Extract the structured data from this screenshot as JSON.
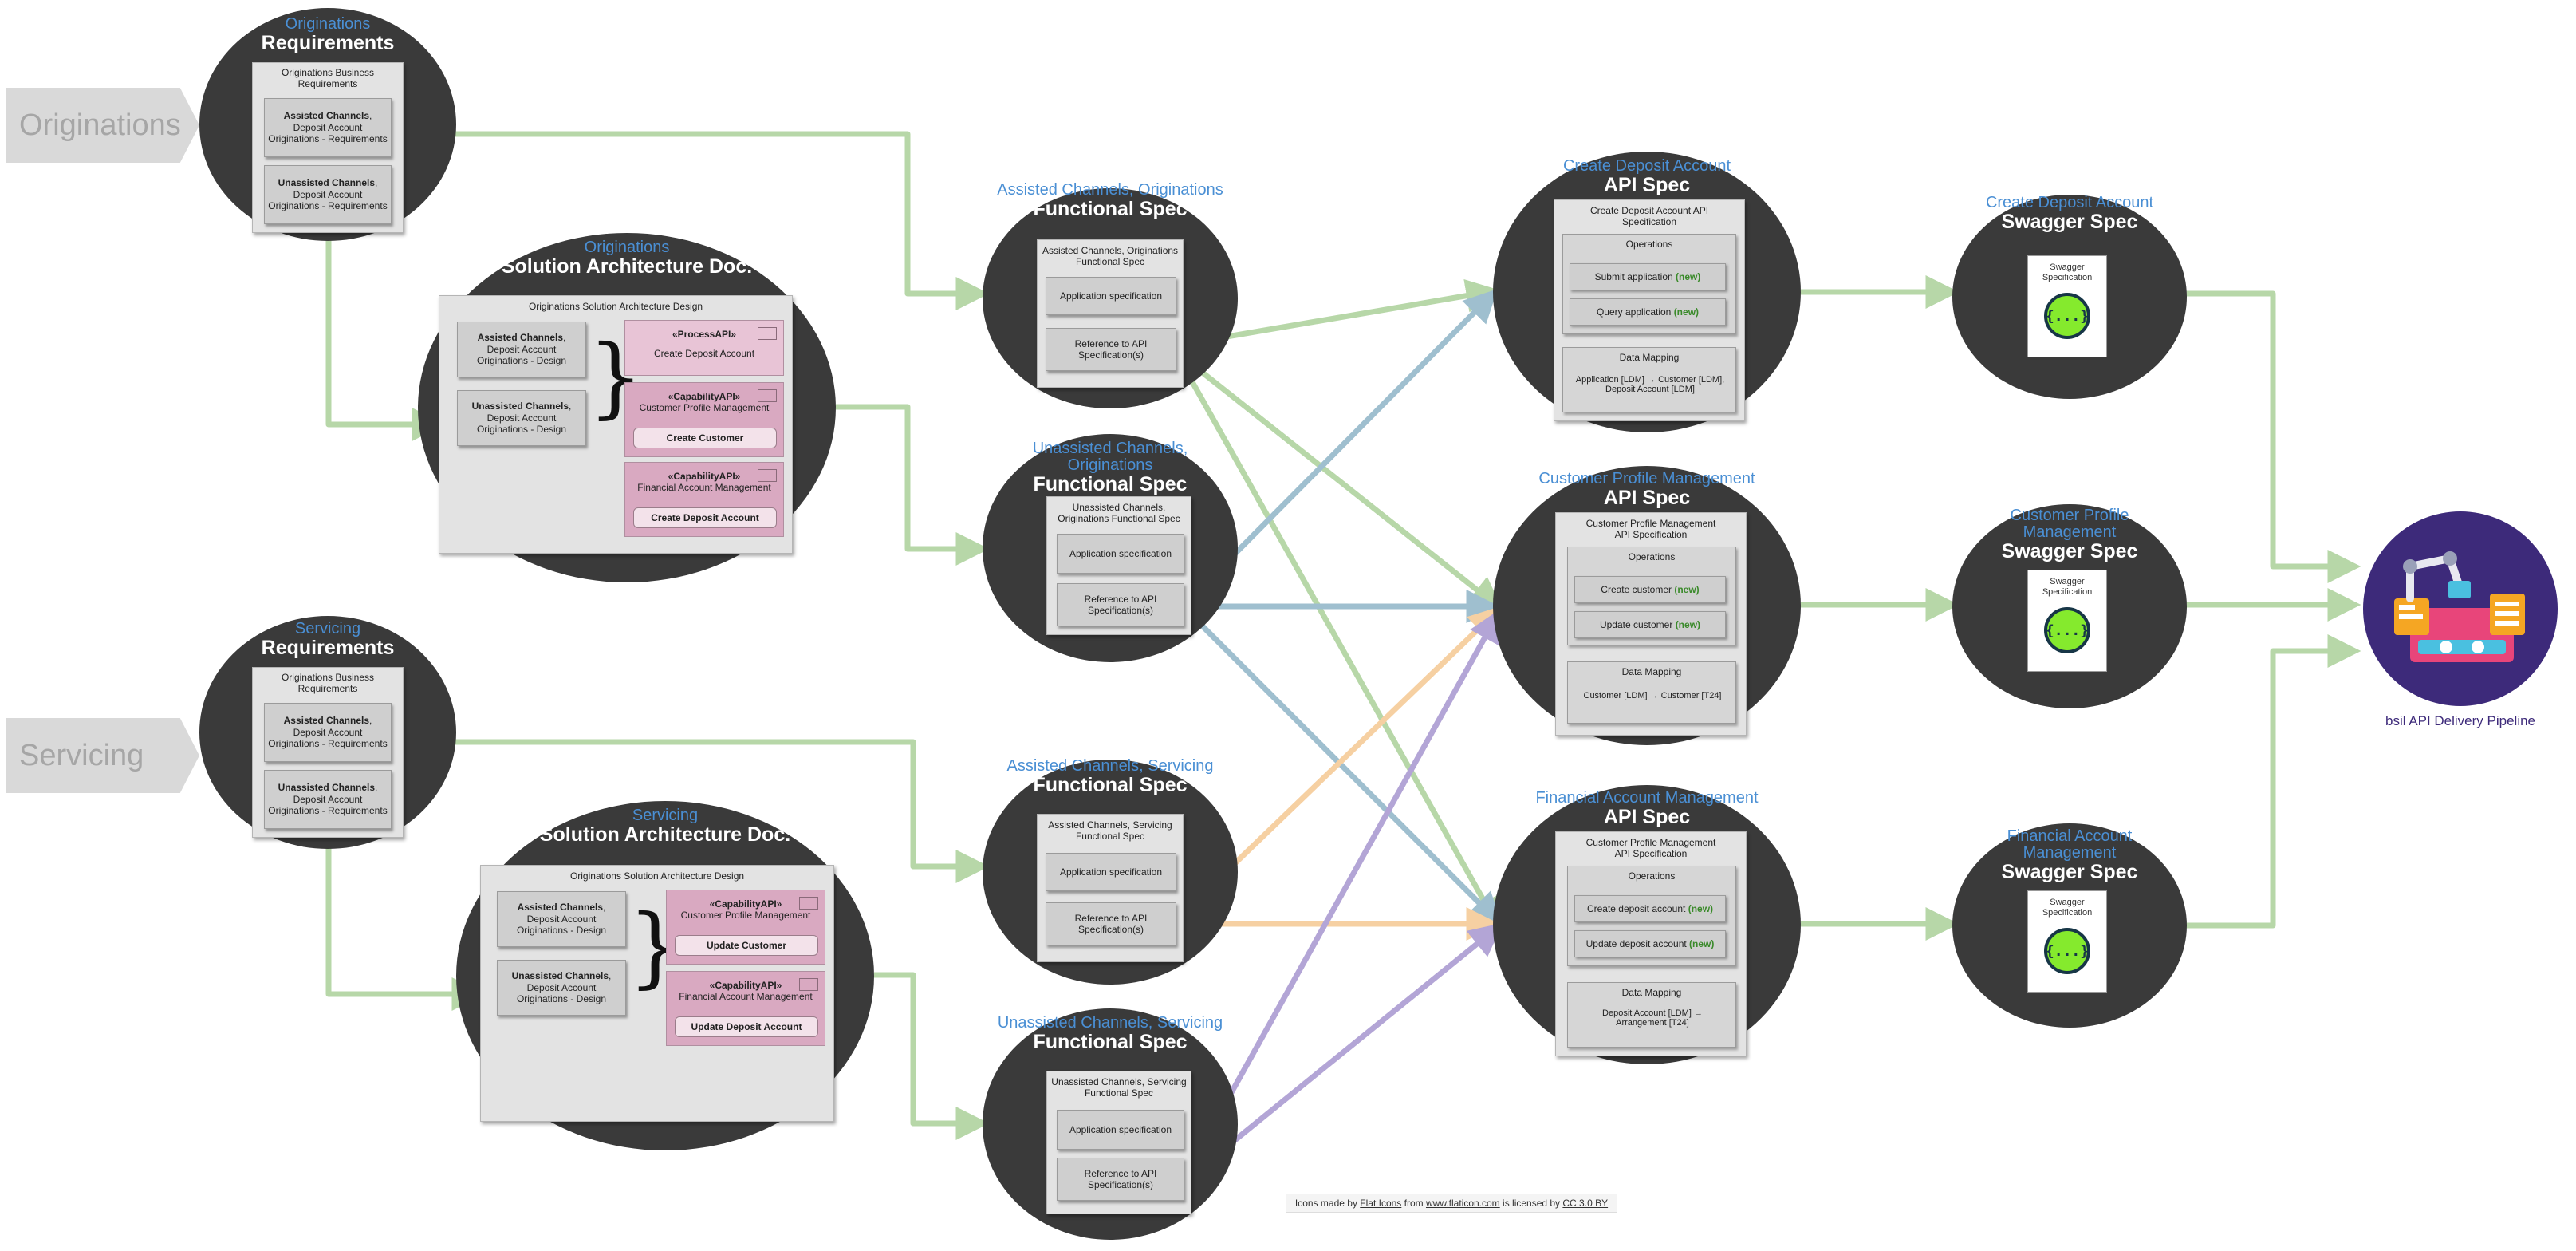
{
  "colors": {
    "green": "#b7d7a8",
    "blue": "#9fbfcf",
    "orange": "#f6d0a2",
    "purple": "#b3a5d6",
    "blob": "#3a3a3a",
    "subtitle": "#4a8fd4",
    "pipeline": "#3d2a7a",
    "pipeline_label": "#3d2a7a"
  },
  "lanes": {
    "originations": "Originations",
    "servicing": "Servicing"
  },
  "orig_req": {
    "sub": "Originations",
    "main": "Requirements",
    "doc_title": "Originations Business Requirements",
    "card1_bold": "Assisted Channels",
    "card1_rest": ", Deposit Account Originations - Requirements",
    "card2_bold": "Unassisted Channels",
    "card2_rest": ", Deposit Account Originations - Requirements"
  },
  "orig_sad": {
    "sub": "Originations",
    "main": "Solution Architecture Doc.",
    "doc_title": "Originations Solution Architecture Design",
    "card1_bold": "Assisted Channels",
    "card1_rest": ", Deposit Account Originations - Design",
    "card2_bold": "Unassisted Channels",
    "card2_rest": ", Deposit Account Originations - Design",
    "api1_stereo": "«ProcessAPI»",
    "api1_name": "Create Deposit Account",
    "api2_stereo": "«CapabilityAPI»",
    "api2_name": "Customer Profile Management",
    "api2_btn": "Create Customer",
    "api3_stereo": "«CapabilityAPI»",
    "api3_name": "Financial Account Management",
    "api3_btn": "Create Deposit Account"
  },
  "serv_req": {
    "sub": "Servicing",
    "main": "Requirements",
    "doc_title": "Originations Business Requirements",
    "card1_bold": "Assisted Channels",
    "card1_rest": ", Deposit Account Originations - Requirements",
    "card2_bold": "Unassisted Channels",
    "card2_rest": ", Deposit Account Originations - Requirements"
  },
  "serv_sad": {
    "sub": "Servicing",
    "main": "Solution Architecture Doc.",
    "doc_title": "Originations Solution Architecture Design",
    "card1_bold": "Assisted Channels",
    "card1_rest": ", Deposit Account Originations - Design",
    "card2_bold": "Unassisted Channels",
    "card2_rest": ", Deposit Account Originations - Design",
    "api1_stereo": "«CapabilityAPI»",
    "api1_name": "Customer Profile Management",
    "api1_btn": "Update Customer",
    "api2_stereo": "«CapabilityAPI»",
    "api2_name": "Financial Account Management",
    "api2_btn": "Update Deposit Account"
  },
  "fs": [
    {
      "sub": "Assisted Channels, Originations",
      "main": "Functional Spec",
      "doc_title": "Assisted Channels, Originations Functional Spec",
      "card1": "Application specification",
      "card2": "Reference to API Specification(s)"
    },
    {
      "sub": "Unassisted Channels, Originations",
      "main": "Functional Spec",
      "doc_title": "Unassisted Channels, Originations Functional Spec",
      "card1": "Application specification",
      "card2": "Reference to API Specification(s)"
    },
    {
      "sub": "Assisted Channels, Servicing",
      "main": "Functional Spec",
      "doc_title": "Assisted Channels, Servicing Functional Spec",
      "card1": "Application specification",
      "card2": "Reference to API Specification(s)"
    },
    {
      "sub": "Unassisted Channels, Servicing",
      "main": "Functional Spec",
      "doc_title": "Unassisted Channels, Servicing Functional Spec",
      "card1": "Application specification",
      "card2": "Reference to API Specification(s)"
    }
  ],
  "api_specs": [
    {
      "sub": "Create Deposit Account",
      "main": "API Spec",
      "doc_title": "Create Deposit Account API Specification",
      "ops_title": "Operations",
      "op1": "Submit application",
      "op2": "Query application",
      "new_tag": "(new)",
      "map_title": "Data Mapping",
      "map_text": "Application [LDM] → Customer [LDM], Deposit Account [LDM]"
    },
    {
      "sub": "Customer Profile Management",
      "main": "API Spec",
      "doc_title": "Customer Profile Management API Specification",
      "ops_title": "Operations",
      "op1": "Create customer",
      "op2": "Update customer",
      "new_tag": "(new)",
      "map_title": "Data Mapping",
      "map_text": "Customer [LDM] → Customer [T24]"
    },
    {
      "sub": "Financial Account Management",
      "main": "API Spec",
      "doc_title": "Customer Profile Management API Specification",
      "ops_title": "Operations",
      "op1": "Create deposit account",
      "op2": "Update deposit account",
      "new_tag": "(new)",
      "map_title": "Data Mapping",
      "map_text": "Deposit Account [LDM] → Arrangement [T24]"
    }
  ],
  "swagger": [
    {
      "sub": "Create Deposit Account",
      "main": "Swagger Spec",
      "doc": "Swagger Specification",
      "icon": "{...}"
    },
    {
      "sub": "Customer Profile Management",
      "main": "Swagger Spec",
      "doc": "Swagger Specification",
      "icon": "{...}"
    },
    {
      "sub": "Financial Account Management",
      "main": "Swagger Spec",
      "doc": "Swagger Specification",
      "icon": "{...}"
    }
  ],
  "pipeline": {
    "label": "bsil API Delivery Pipeline",
    "icon": "factory-robot-icon"
  },
  "footer": {
    "prefix": "Icons made by ",
    "author": "Flat Icons",
    "from": " from ",
    "site": "www.flaticon.com",
    "licensed": " is licensed by ",
    "license": "CC 3.0 BY"
  }
}
